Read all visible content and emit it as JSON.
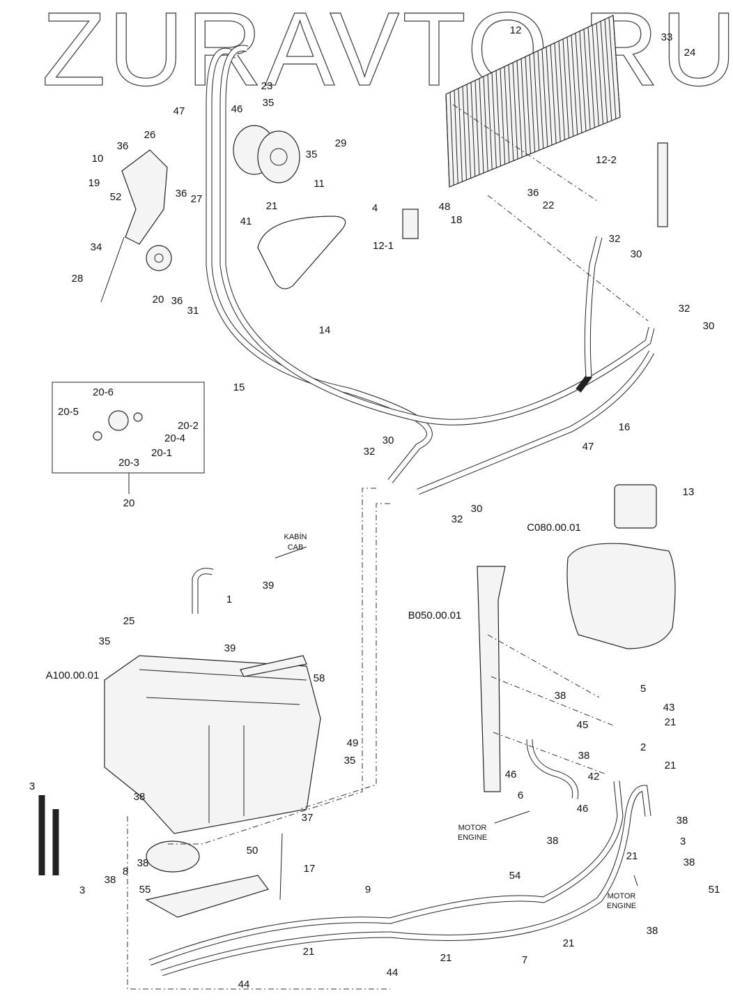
{
  "watermark": "ZURAVTO.RU",
  "labels": [
    "12",
    "33",
    "24",
    "23",
    "35",
    "47",
    "46",
    "26",
    "36",
    "29",
    "35",
    "10",
    "11",
    "19",
    "52",
    "36",
    "27",
    "21",
    "41",
    "4",
    "12-2",
    "36",
    "22",
    "48",
    "18",
    "12-1",
    "32",
    "30",
    "34",
    "28",
    "20",
    "36",
    "31",
    "14",
    "32",
    "30",
    "15",
    "20-6",
    "20-5",
    "20-2",
    "20-4",
    "20-1",
    "20-3",
    "20",
    "16",
    "47",
    "30",
    "32",
    "30",
    "32",
    "13",
    "C080.00.01",
    "39",
    "1",
    "B050.00.01",
    "25",
    "35",
    "39",
    "A100.00.01",
    "58",
    "38",
    "5",
    "43",
    "21",
    "45",
    "49",
    "2",
    "38",
    "35",
    "21",
    "42",
    "46",
    "3",
    "38",
    "6",
    "46",
    "38",
    "21",
    "38",
    "3",
    "38",
    "37",
    "50",
    "8",
    "38",
    "38",
    "17",
    "55",
    "3",
    "9",
    "54",
    "51",
    "38",
    "21",
    "21",
    "21",
    "7",
    "44",
    "44"
  ],
  "directions": {
    "cab": {
      "line1": "KABİN",
      "line2": "CAB"
    },
    "engine_left": {
      "line1": "MOTOR",
      "line2": "ENGINE"
    },
    "engine_right": {
      "line1": "MOTOR",
      "line2": "ENGINE"
    }
  }
}
